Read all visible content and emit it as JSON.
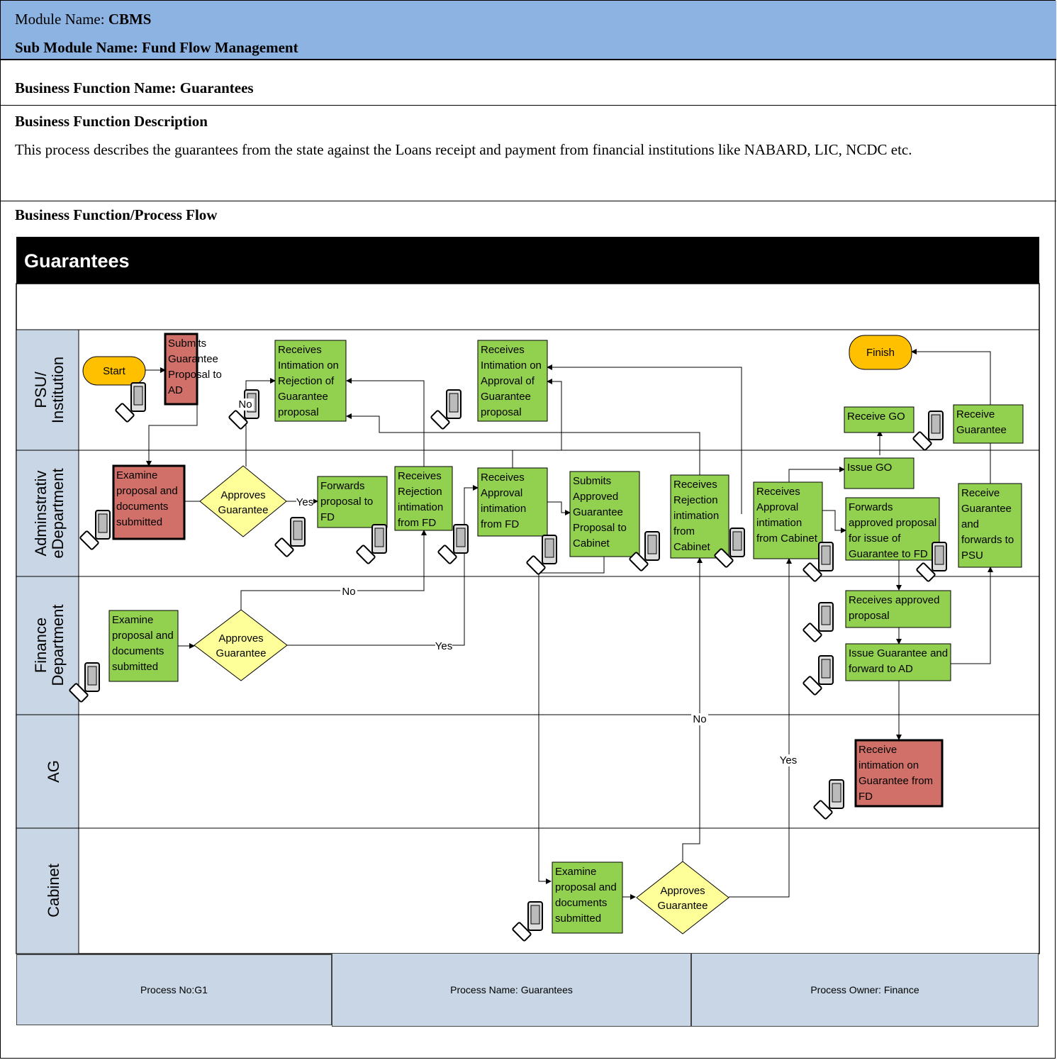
{
  "header": {
    "module_label": "Module Name: ",
    "module_value": "CBMS",
    "sub_module": "Sub Module Name: Fund Flow Management",
    "function_name": "Business Function Name: Guarantees",
    "description_title": "Business Function Description",
    "description_text": "This process describes the guarantees from the state against the Loans receipt and payment from financial institutions like NABARD, LIC, NCDC etc.",
    "flow_title": "Business Function/Process Flow"
  },
  "diagram": {
    "title": "Guarantees",
    "lanes": [
      "PSU/\nInstitution",
      "Adminstrativ\neDepartment",
      "Finance\nDepartment",
      "AG",
      "Cabinet"
    ],
    "boxes": {
      "submits_proposal": "Submits\nGuarantee\nProposal to\nAD",
      "receives_rejection_psu": "Receives\nIntimation on\nRejection of\nGuarantee\nproposal",
      "receives_approval_psu": "Receives\nIntimation on\nApproval of\nGuarantee\nproposal",
      "receive_go": "Receive GO",
      "receive_guarantee_psu": "Receive\nGuarantee",
      "examine_ad": "Examine\nproposal and\ndocuments\nsubmitted",
      "forwards_fd": "Forwards\nproposal to\nFD",
      "receives_rejection_fd": "Receives\nRejection\nintimation\nfrom FD",
      "receives_approval_fd": "Receives\nApproval\nintimation\nfrom FD",
      "submits_cabinet": "Submits\nApproved\nGuarantee\nProposal to\nCabinet",
      "receives_rejection_cabinet": "Receives\nRejection\nintimation\nfrom\nCabinet",
      "receives_approval_cabinet": "Receives\nApproval\nintimation\nfrom Cabinet",
      "issue_go": "Issue GO",
      "forwards_approved": "Forwards\napproved proposal\nfor issue of\nGuarantee to FD",
      "receive_guarantee_ad": "Receive\nGuarantee\nand\nforwards to\nPSU",
      "examine_fd": "Examine\nproposal and\ndocuments\nsubmitted",
      "receives_approved_fd": "Receives approved\nproposal",
      "issue_guarantee_fd": "Issue Guarantee and\nforward to AD",
      "receive_intimation_ag": "Receive\nintimation on\nGuarantee from\nFD",
      "examine_cabinet": "Examine\nproposal and\ndocuments\nsubmitted"
    },
    "terminals": {
      "start": "Start",
      "finish": "Finish"
    },
    "decisions": {
      "ad": "Approves\nGuarantee",
      "fd": "Approves\nGuarantee",
      "cabinet": "Approves\nGuarantee"
    },
    "edge_labels": {
      "yes": "Yes",
      "no": "No"
    }
  },
  "footer": {
    "process_no": "Process No:G1",
    "process_name": "Process Name: Guarantees",
    "process_owner": "Process Owner: Finance"
  },
  "colors": {
    "header_bg": "#8db3e2",
    "green": "#92d050",
    "red": "#d07068",
    "yellow": "#ffff99",
    "orange": "#ffc000",
    "lane": "#c8d6e6"
  }
}
